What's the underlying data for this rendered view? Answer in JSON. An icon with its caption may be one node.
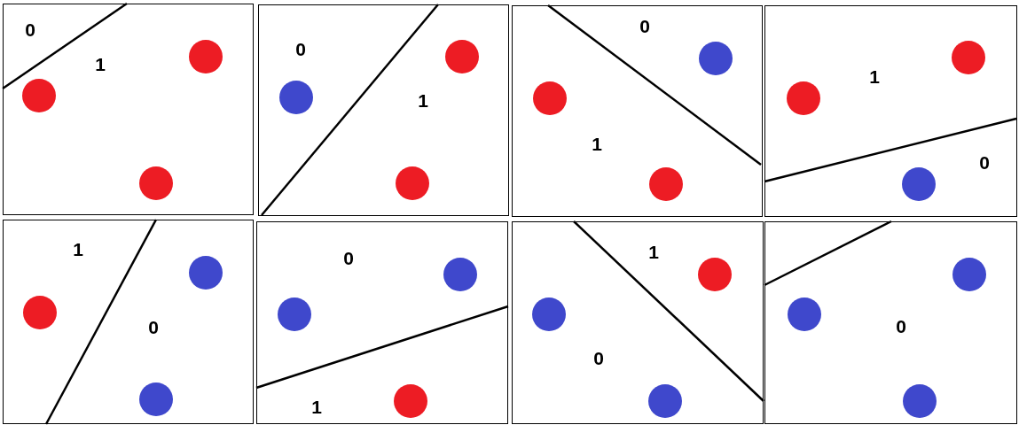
{
  "diagram": {
    "nodes": [
      {
        "text": [
          "0",
          "1"
        ]
      },
      {
        "text": [
          "0",
          "1"
        ]
      },
      {
        "text": [
          "0",
          "1"
        ]
      },
      {
        "text": [
          "1",
          "0"
        ]
      },
      {
        "text": [
          "1",
          "0"
        ]
      },
      {
        "text": [
          "0",
          "1"
        ]
      },
      {
        "text": [
          "1",
          "0"
        ]
      },
      {
        "text": [
          "0"
        ]
      }
    ]
  }
}
